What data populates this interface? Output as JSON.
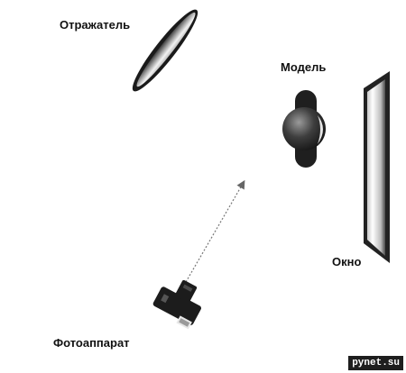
{
  "labels": {
    "reflector": "Отражатель",
    "model": "Модель",
    "window": "Окно",
    "camera": "Фотоаппарат"
  },
  "watermark": "pynet.su",
  "colors": {
    "background": "#ffffff",
    "text": "#111111",
    "dark": "#222222",
    "watermark_bg": "#1e1e1e"
  },
  "icons": [
    "reflector-disc-icon",
    "model-figure-icon",
    "window-softbox-icon",
    "camera-icon",
    "direction-arrow-icon"
  ]
}
